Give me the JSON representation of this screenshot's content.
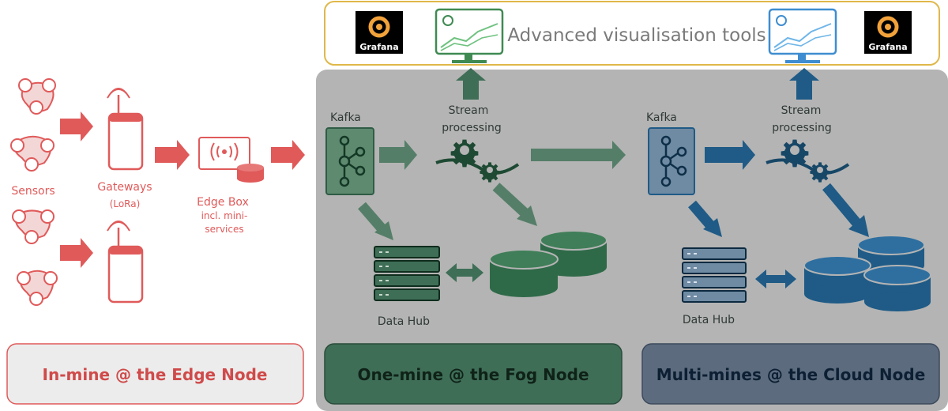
{
  "colors": {
    "edge_red": "#e05a5a",
    "edge_red_dark": "#c64545",
    "fog_green": "#3f6e57",
    "fog_green_light": "#557e68",
    "cloud_blue": "#1f5b86",
    "cloud_blue_dark": "#174767",
    "cloud_node_fill": "#5c6b7e",
    "panel_gray": "#b4b4b4",
    "edge_footer_fill": "#ececec",
    "top_border": "#e0b84a",
    "monitor_green": "#3f8a52",
    "monitor_blue": "#3f8dd0"
  },
  "top_banner": {
    "title": "Advanced visualisation tools",
    "logo_left": "Grafana",
    "logo_right": "Grafana"
  },
  "edge": {
    "sensors_label": "Sensors",
    "gateways_label": "Gateways",
    "gateways_sub": "(LoRa)",
    "edge_box_label": "Edge Box",
    "edge_box_sub1": "incl. mini-",
    "edge_box_sub2": "services",
    "footer": "In-mine @ the Edge Node"
  },
  "fog": {
    "kafka_label": "Kafka",
    "stream_line1": "Stream",
    "stream_line2": "processing",
    "datahub_label": "Data Hub",
    "footer": "One-mine @ the Fog Node"
  },
  "cloud": {
    "kafka_label": "Kafka",
    "stream_line1": "Stream",
    "stream_line2": "processing",
    "datahub_label": "Data Hub",
    "footer": "Multi-mines @ the Cloud Node"
  }
}
